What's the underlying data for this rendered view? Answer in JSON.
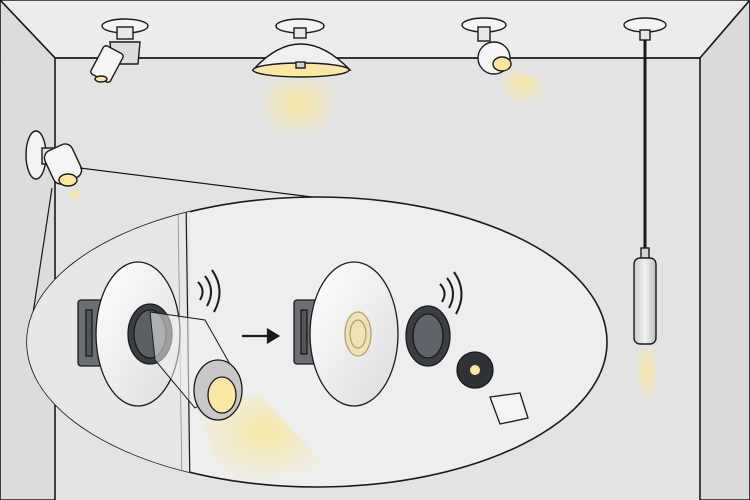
{
  "scene": {
    "room": {
      "wall_color": "#e3e3e3",
      "ceiling_color": "#ededed",
      "line_color": "#1a1a1a"
    },
    "light_color": "#f7e6a6",
    "fixtures": [
      {
        "name": "ceiling-spotlight-cylinder",
        "kind": "spotlight"
      },
      {
        "name": "ceiling-dome-pendant",
        "kind": "dome"
      },
      {
        "name": "ceiling-spot-ball",
        "kind": "ball-spot"
      },
      {
        "name": "rod-pendant",
        "kind": "pendant"
      },
      {
        "name": "wall-spotlight",
        "kind": "wall-spot"
      }
    ],
    "detail_callout": {
      "left_assembly": [
        "mount-box",
        "trim-plate",
        "light-module",
        "lens-head"
      ],
      "right_assembly": [
        "mount-box",
        "trim-plate",
        "driver-module",
        "led-board",
        "optic-lens"
      ],
      "signal": "wireless-waves",
      "arrow": "right-arrow"
    }
  }
}
